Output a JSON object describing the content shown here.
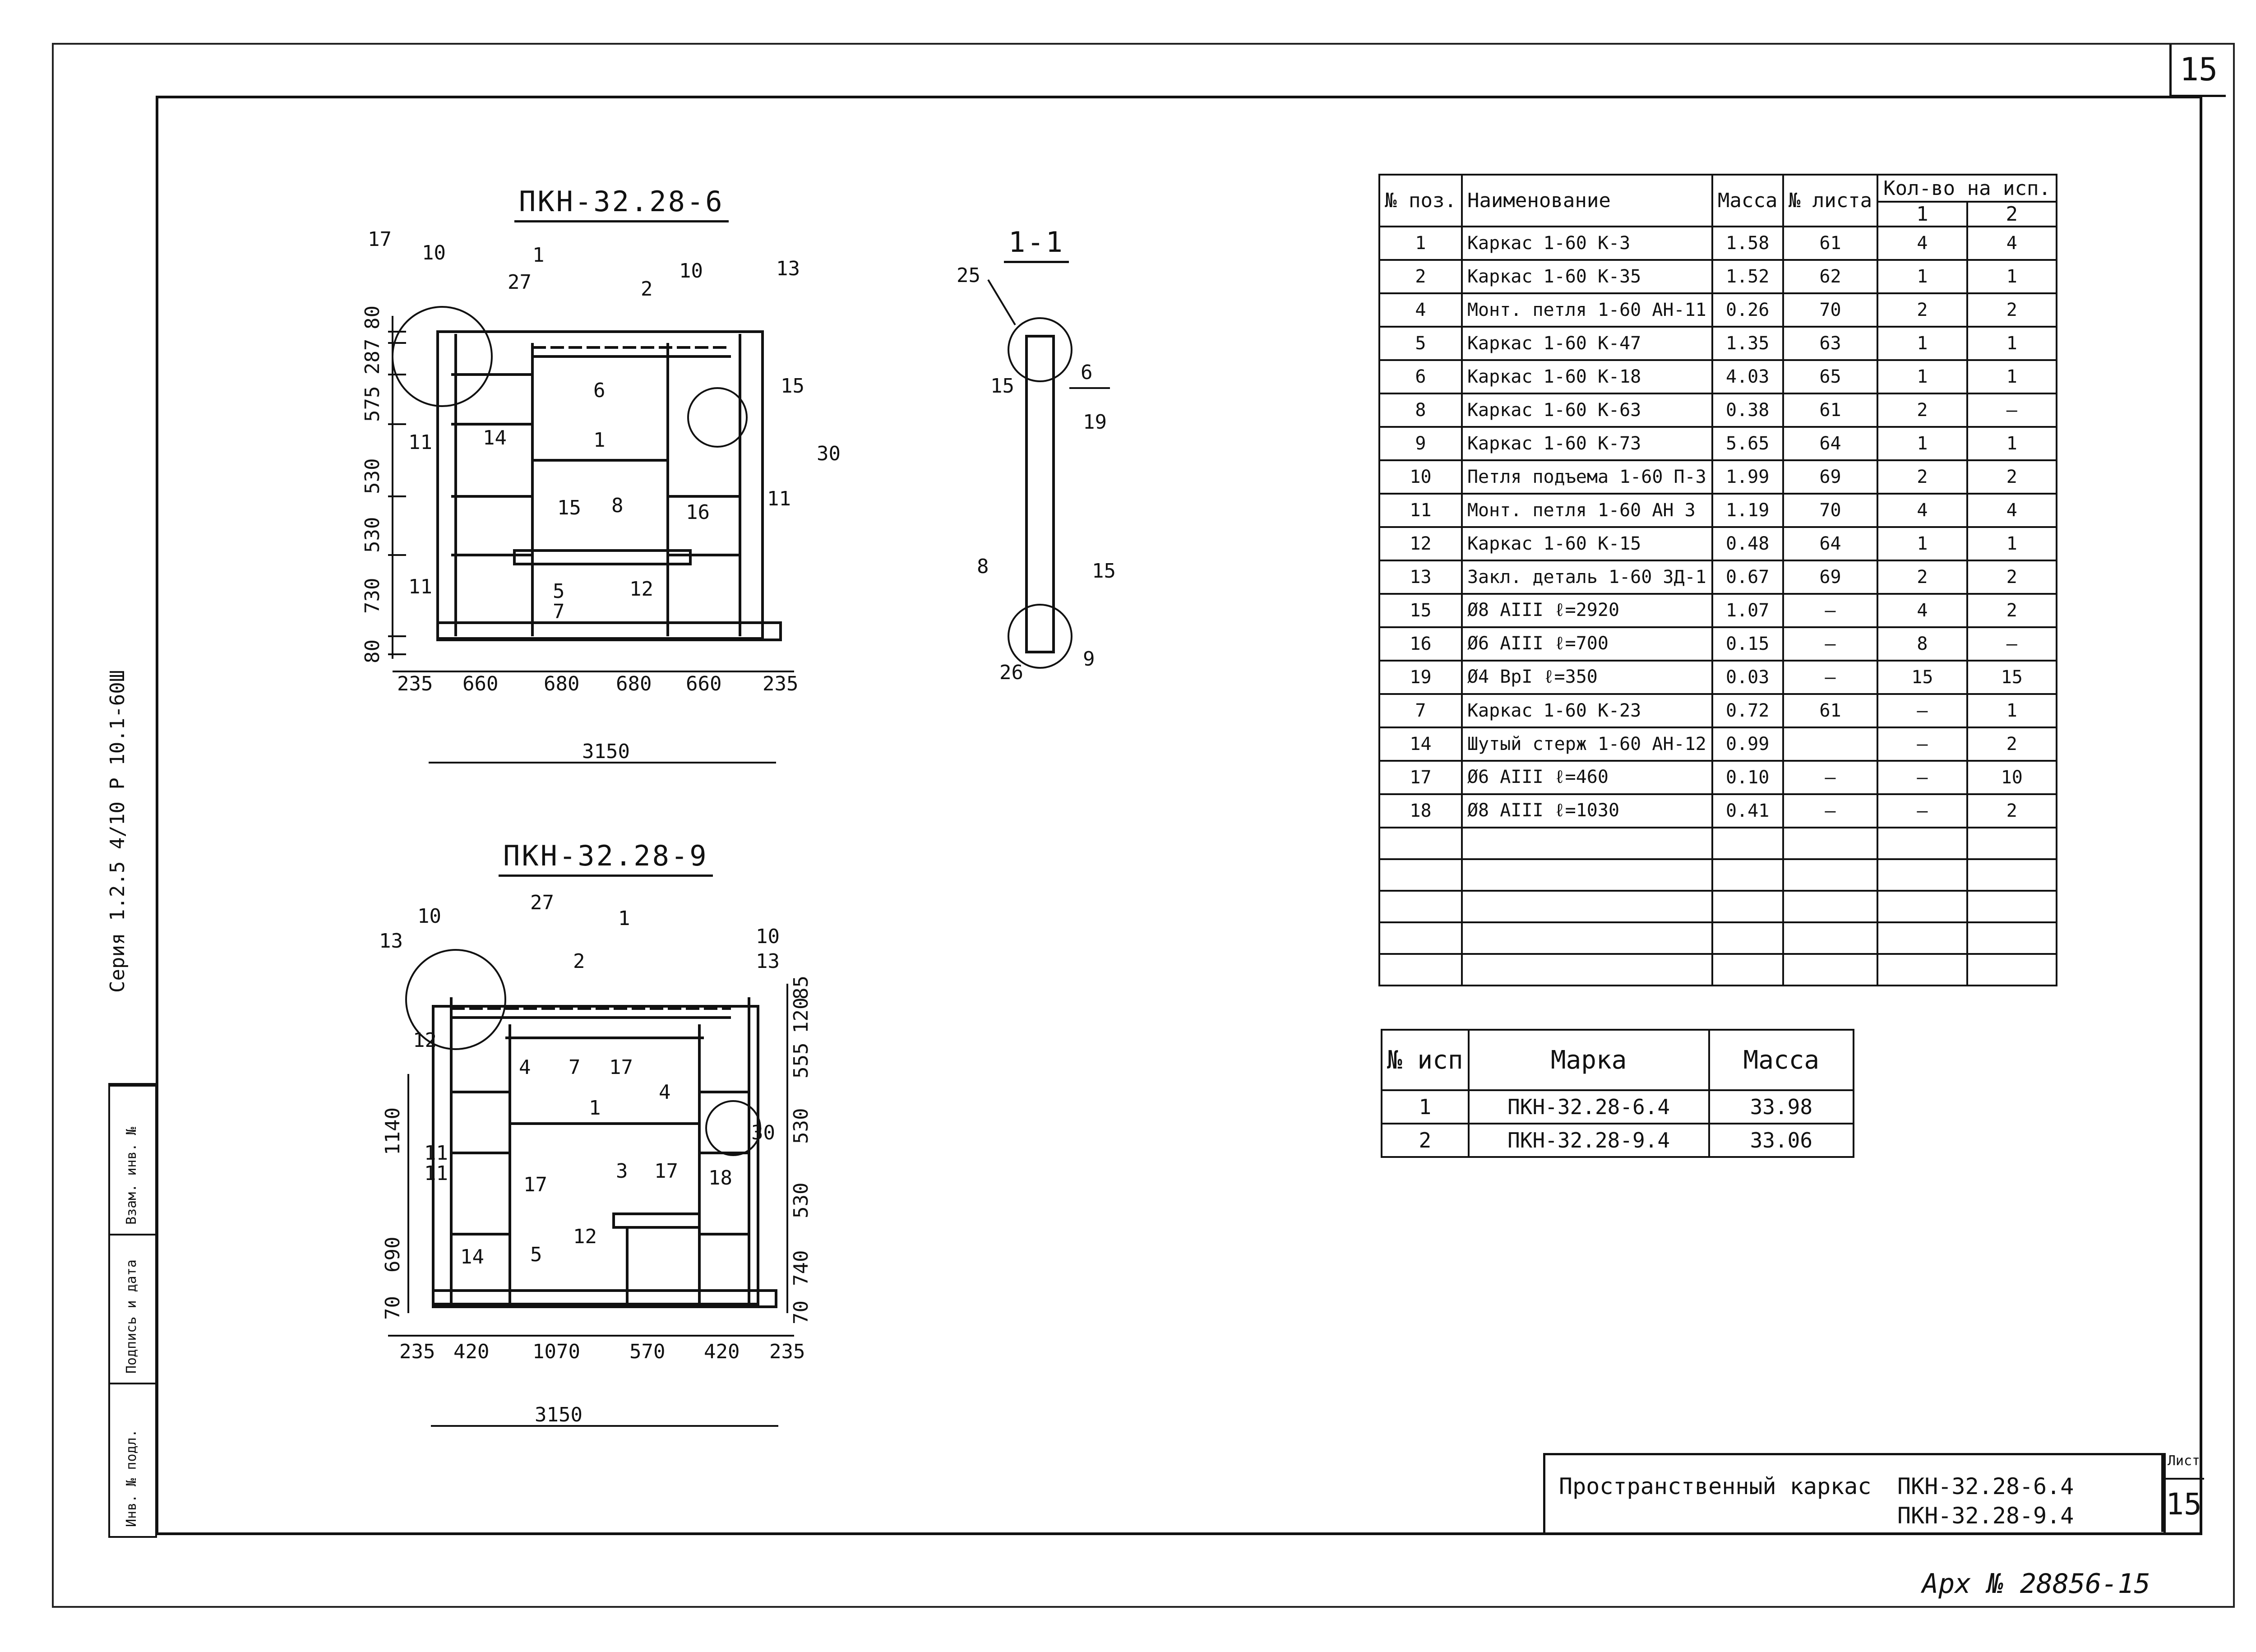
{
  "page_number": "15",
  "drawing1": {
    "title": "ПКН-32.28-6",
    "section_mark": "1",
    "dims_h": [
      "235",
      "660",
      "680",
      "680",
      "660",
      "235"
    ],
    "total_width": "3150",
    "dims_v": [
      "80",
      "287",
      "575",
      "530",
      "530",
      "730",
      "80"
    ],
    "callouts": [
      "17",
      "10",
      "27",
      "2",
      "10",
      "13",
      "15",
      "30",
      "11",
      "14",
      "16",
      "11",
      "15",
      "8",
      "1",
      "11",
      "5",
      "7",
      "12",
      "6"
    ]
  },
  "drawing2": {
    "title": "ПКН-32.28-9",
    "section_mark": "1",
    "dims_h": [
      "235",
      "420",
      "1070",
      "570",
      "420",
      "235"
    ],
    "total_width": "3150",
    "dims_v_left": [
      "1140",
      "690",
      "70"
    ],
    "dims_v_right": [
      "85",
      "120",
      "555",
      "530",
      "530",
      "740",
      "70"
    ],
    "callouts": [
      "13",
      "10",
      "27",
      "1",
      "10",
      "13",
      "2",
      "12",
      "7",
      "4",
      "17",
      "4",
      "1",
      "11",
      "30",
      "17",
      "3",
      "17",
      "18",
      "14",
      "12",
      "5",
      "11"
    ]
  },
  "section": {
    "title": "1-1",
    "callouts": [
      "25",
      "6",
      "15",
      "19",
      "8",
      "15",
      "26",
      "9"
    ]
  },
  "spec_table": {
    "headers": {
      "pos": "№ поз.",
      "name": "Наименование",
      "mass": "Масса",
      "sheet": "№ листа",
      "qty": "Кол-во на исп.",
      "q1": "1",
      "q2": "2"
    },
    "rows": [
      {
        "pos": "1",
        "name": "Каркас 1-60 К-3",
        "mass": "1.58",
        "sheet": "61",
        "q1": "4",
        "q2": "4"
      },
      {
        "pos": "2",
        "name": "Каркас 1-60 К-35",
        "mass": "1.52",
        "sheet": "62",
        "q1": "1",
        "q2": "1"
      },
      {
        "pos": "4",
        "name": "Монт. петля 1-60 АН-11",
        "mass": "0.26",
        "sheet": "70",
        "q1": "2",
        "q2": "2"
      },
      {
        "pos": "5",
        "name": "Каркас 1-60 К-47",
        "mass": "1.35",
        "sheet": "63",
        "q1": "1",
        "q2": "1"
      },
      {
        "pos": "6",
        "name": "Каркас 1-60 К-18",
        "mass": "4.03",
        "sheet": "65",
        "q1": "1",
        "q2": "1"
      },
      {
        "pos": "8",
        "name": "Каркас 1-60 К-63",
        "mass": "0.38",
        "sheet": "61",
        "q1": "2",
        "q2": "—"
      },
      {
        "pos": "9",
        "name": "Каркас 1-60 К-73",
        "mass": "5.65",
        "sheet": "64",
        "q1": "1",
        "q2": "1"
      },
      {
        "pos": "10",
        "name": "Петля подъема 1-60 П-3",
        "mass": "1.99",
        "sheet": "69",
        "q1": "2",
        "q2": "2"
      },
      {
        "pos": "11",
        "name": "Монт. петля 1-60 АН 3",
        "mass": "1.19",
        "sheet": "70",
        "q1": "4",
        "q2": "4"
      },
      {
        "pos": "12",
        "name": "Каркас 1-60 К-15",
        "mass": "0.48",
        "sheet": "64",
        "q1": "1",
        "q2": "1"
      },
      {
        "pos": "13",
        "name": "Закл. деталь 1-60 ЗД-1",
        "mass": "0.67",
        "sheet": "69",
        "q1": "2",
        "q2": "2"
      },
      {
        "pos": "15",
        "name": "Ø8 АIII ℓ=2920",
        "mass": "1.07",
        "sheet": "—",
        "q1": "4",
        "q2": "2"
      },
      {
        "pos": "16",
        "name": "Ø6 АIII ℓ=700",
        "mass": "0.15",
        "sheet": "—",
        "q1": "8",
        "q2": "—"
      },
      {
        "pos": "19",
        "name": "Ø4 ВрI ℓ=350",
        "mass": "0.03",
        "sheet": "—",
        "q1": "15",
        "q2": "15"
      },
      {
        "pos": "7",
        "name": "Каркас 1-60 К-23",
        "mass": "0.72",
        "sheet": "61",
        "q1": "—",
        "q2": "1"
      },
      {
        "pos": "14",
        "name": "Шутый стерж 1-60 АН-12",
        "mass": "0.99",
        "sheet": "",
        "q1": "—",
        "q2": "2"
      },
      {
        "pos": "17",
        "name": "Ø6 АIII ℓ=460",
        "mass": "0.10",
        "sheet": "—",
        "q1": "—",
        "q2": "10"
      },
      {
        "pos": "18",
        "name": "Ø8 АIII ℓ=1030",
        "mass": "0.41",
        "sheet": "—",
        "q1": "—",
        "q2": "2"
      }
    ]
  },
  "marka_table": {
    "headers": {
      "num": "№ исп",
      "marka": "Марка",
      "mass": "Масса"
    },
    "rows": [
      {
        "num": "1",
        "marka": "ПКН-32.28-6.4",
        "mass": "33.98"
      },
      {
        "num": "2",
        "marka": "ПКН-32.28-9.4",
        "mass": "33.06"
      }
    ]
  },
  "side_text": "Серия 1.2.5   4/10 Р 10.1-60Ш",
  "stamp_labels": [
    "Взам. инв. №",
    "Подпись и дата",
    "Инв. № подл."
  ],
  "title_block": {
    "name": "Пространственный каркас",
    "line1": "ПКН-32.28-6.4",
    "line2": "ПКН-32.28-9.4",
    "sheet_label": "Лист",
    "sheet_number": "15"
  },
  "archive_number": "Арх № 28856-15"
}
